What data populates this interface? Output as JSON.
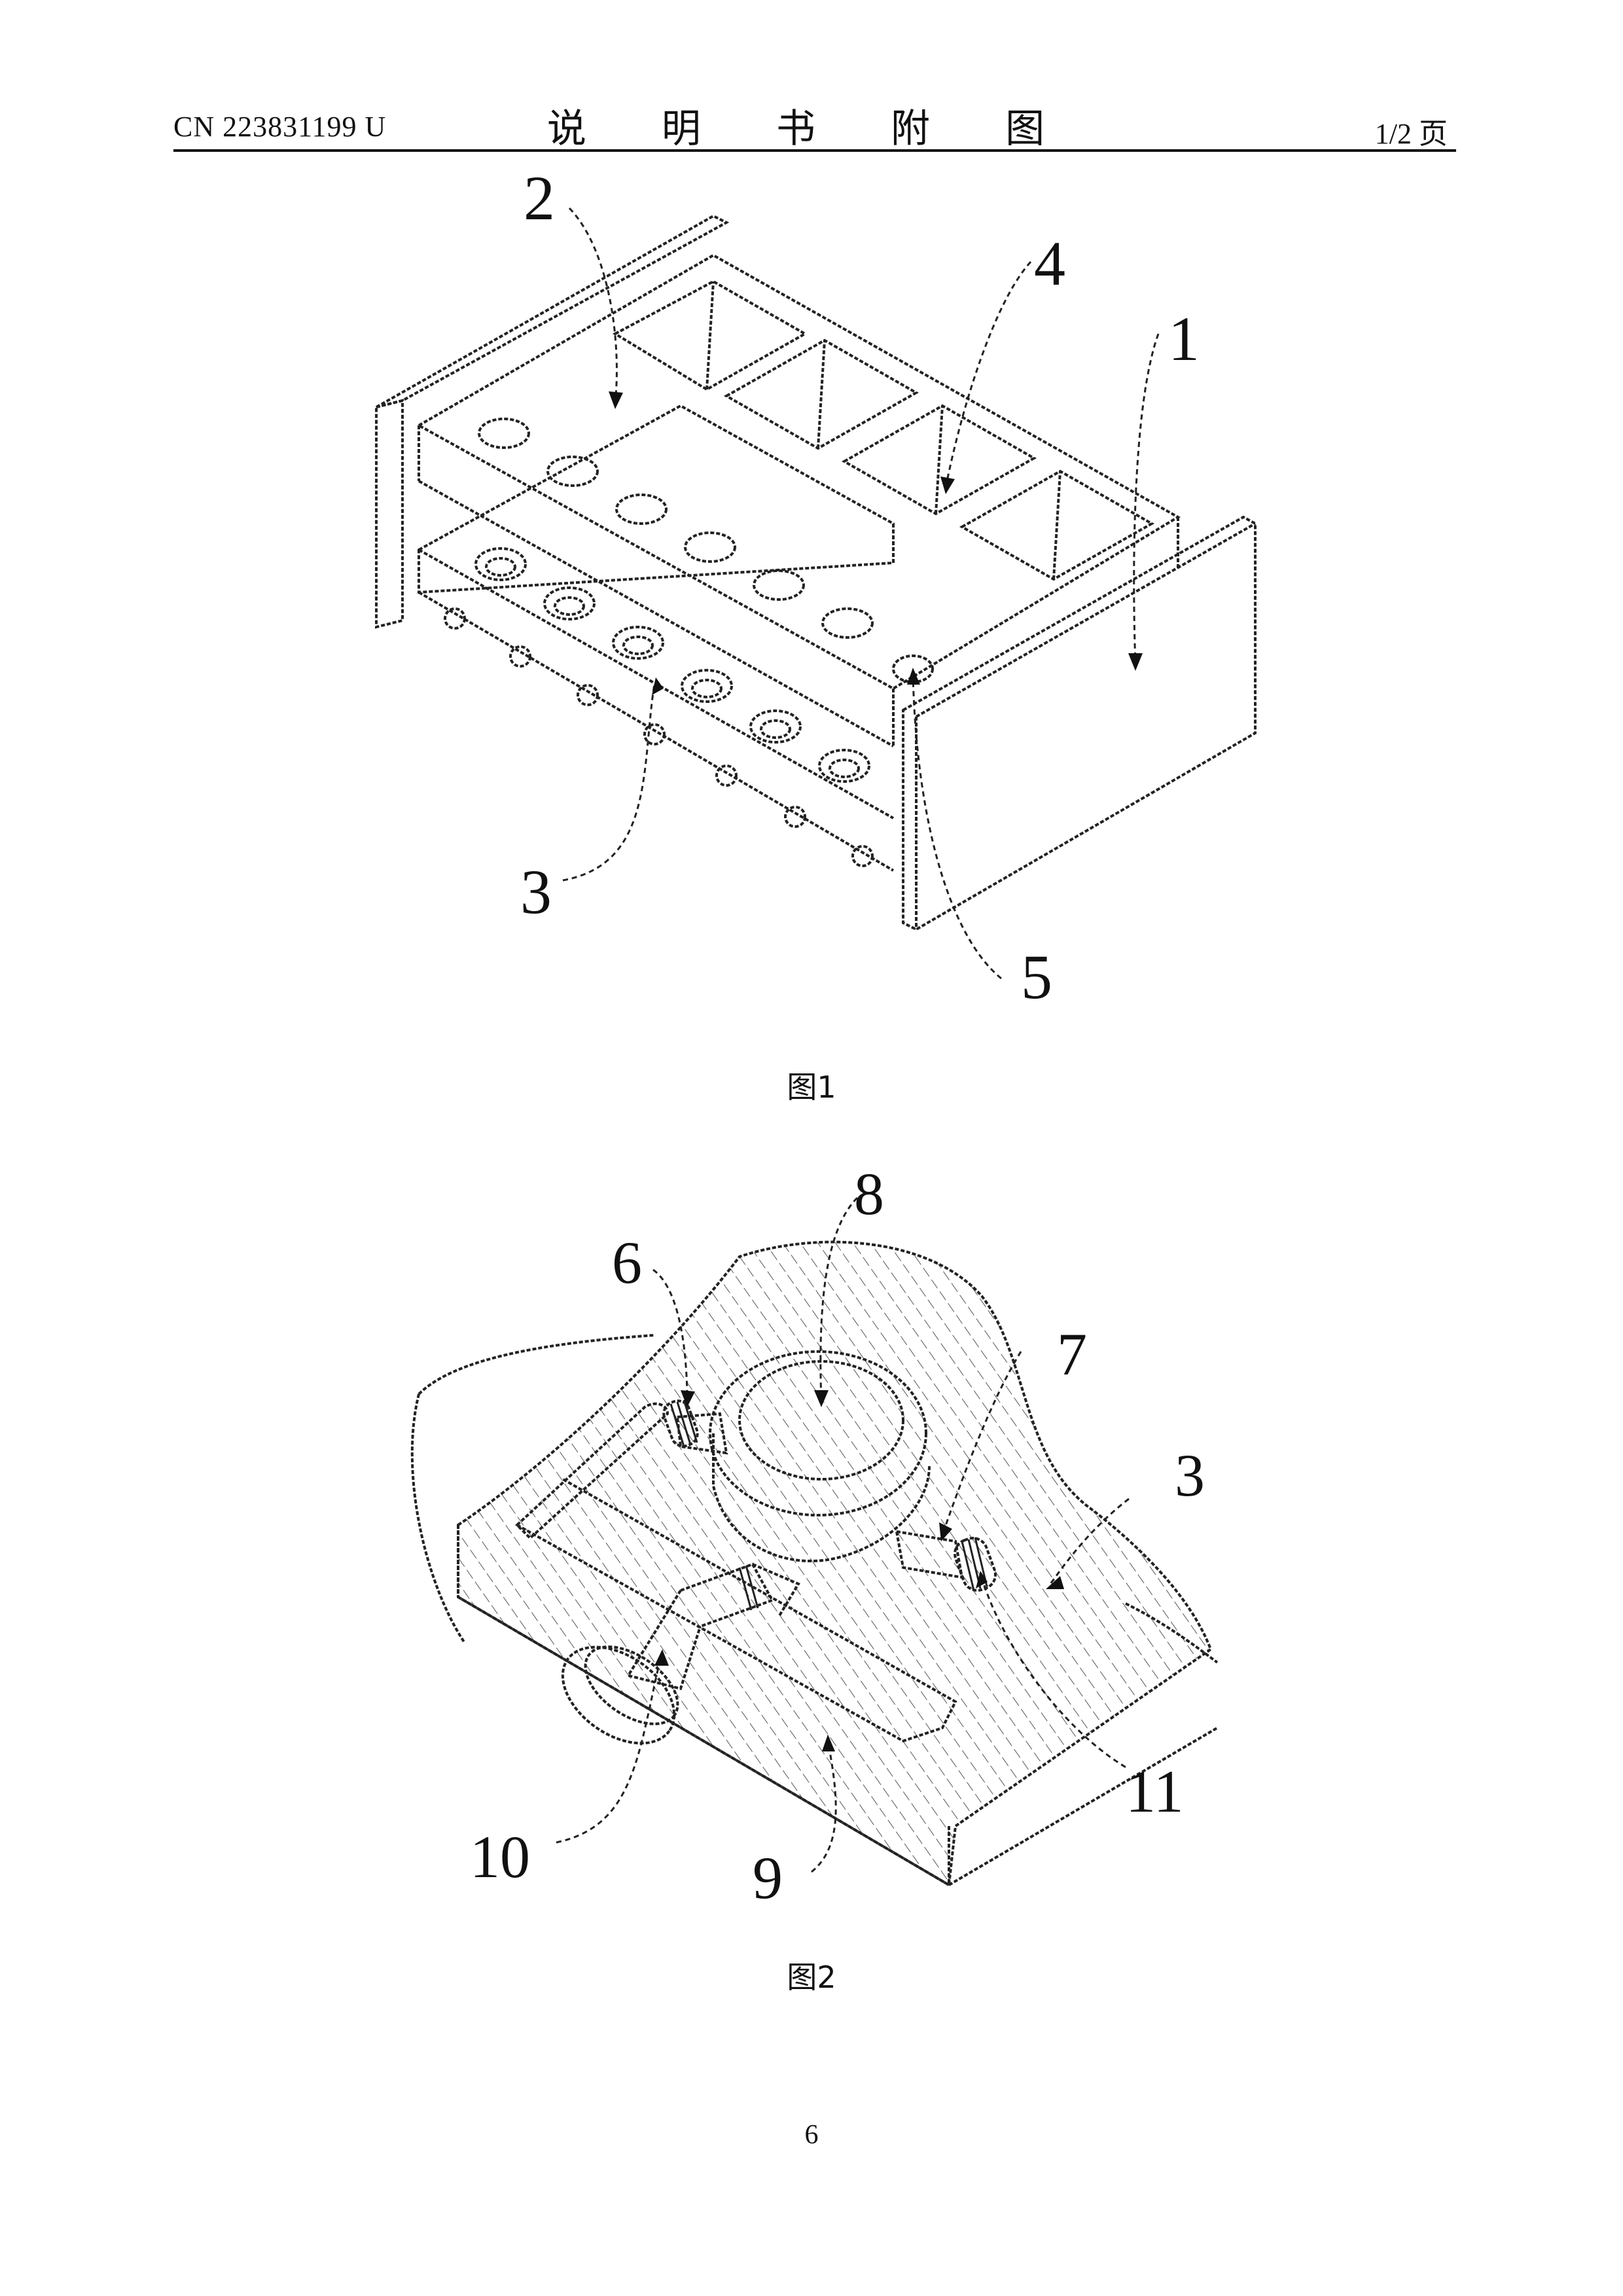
{
  "header": {
    "doc_number": "CN 223831199 U",
    "section_title": "说 明 书 附 图",
    "page_of": "1/2 页"
  },
  "figure1": {
    "caption": "图1",
    "callouts": [
      "1",
      "2",
      "3",
      "4",
      "5"
    ]
  },
  "figure2": {
    "caption": "图2",
    "callouts": [
      "3",
      "6",
      "7",
      "8",
      "9",
      "10",
      "11"
    ]
  },
  "footer": {
    "page_number": "6"
  }
}
